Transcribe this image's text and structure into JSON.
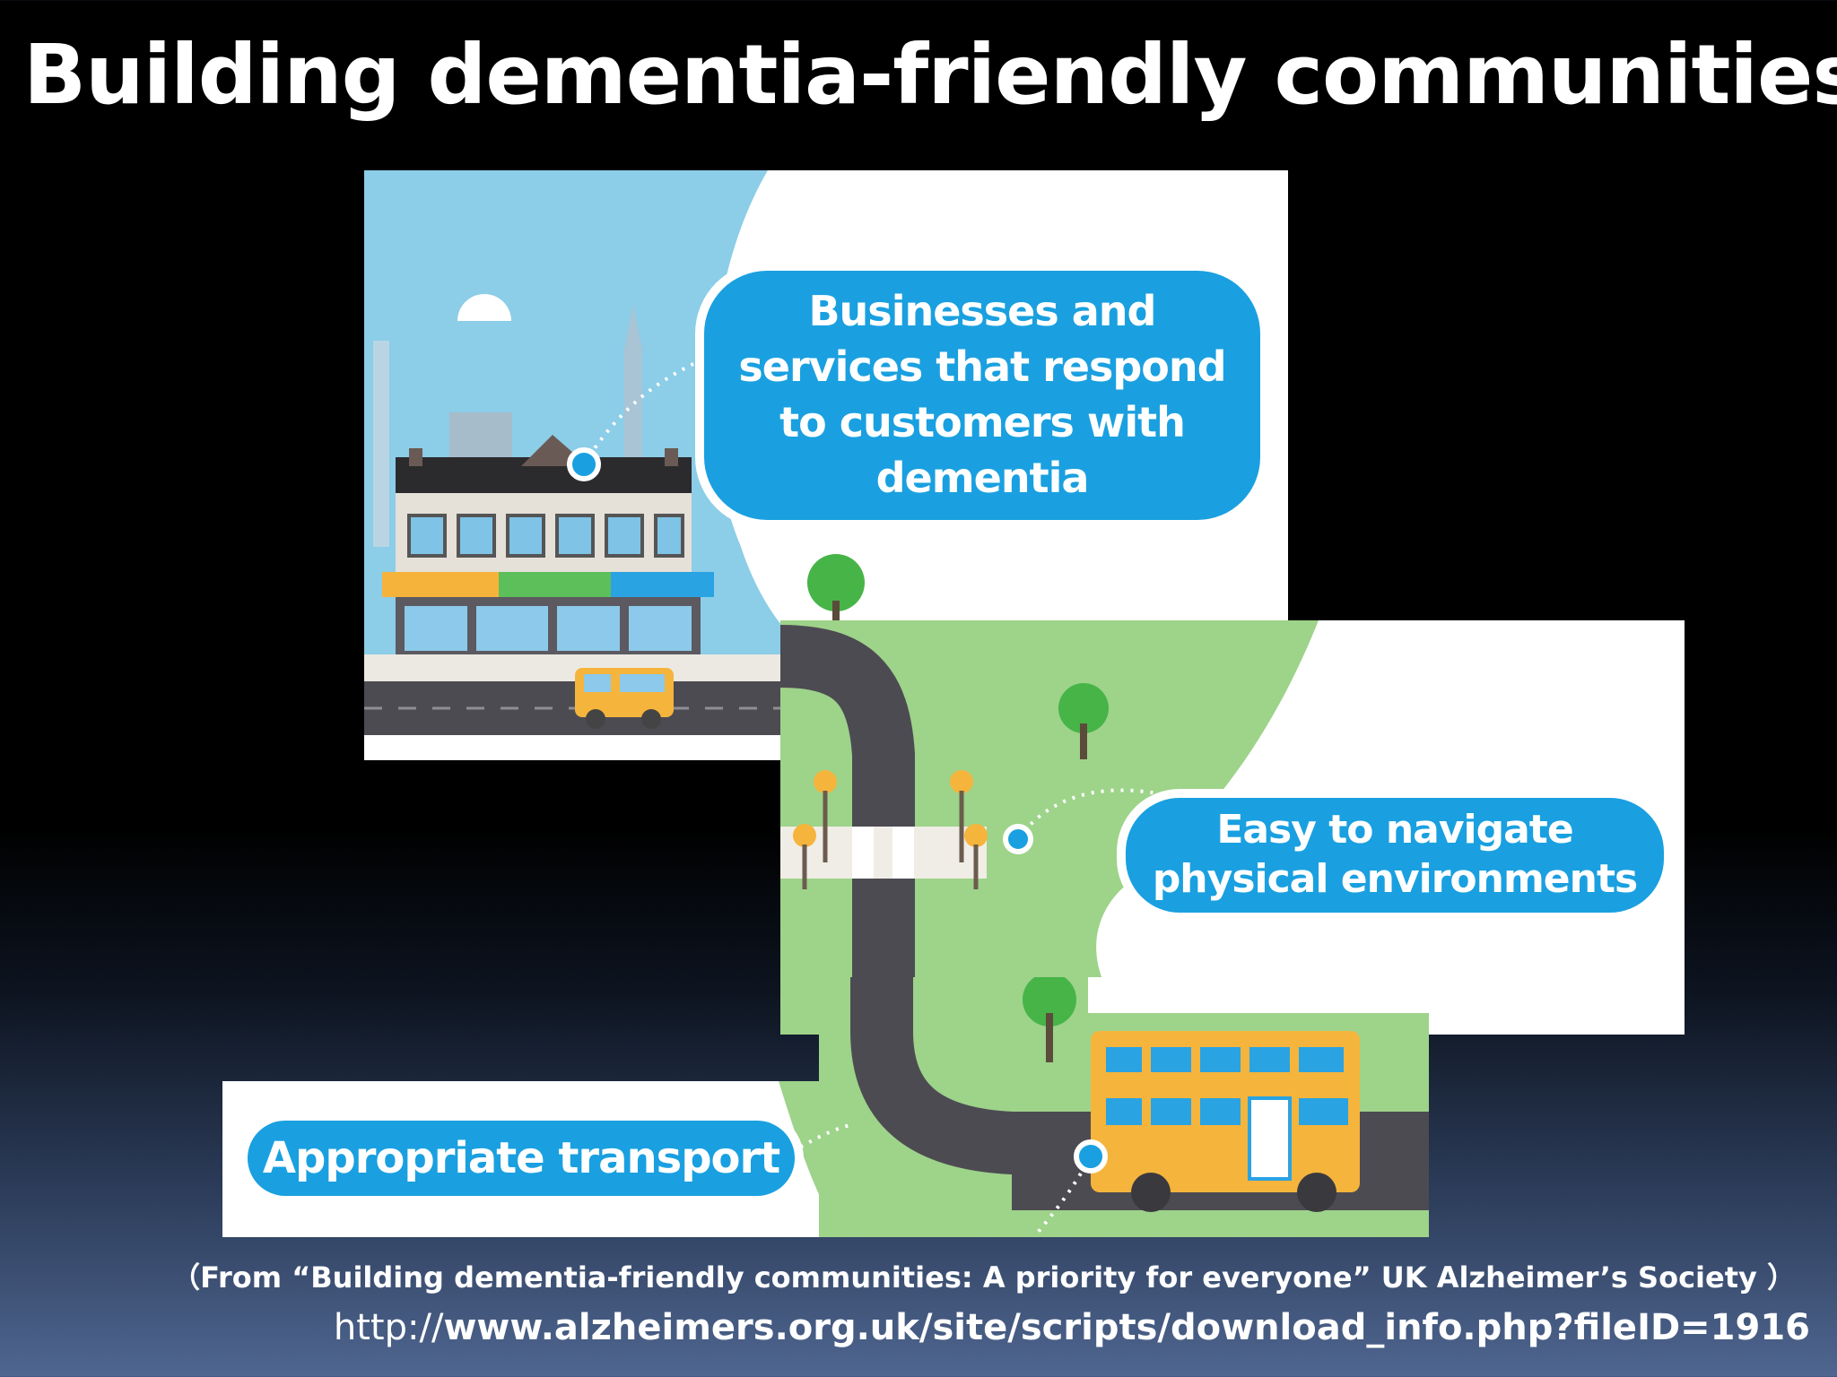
{
  "slide": {
    "title": "Building dementia-friendly communities"
  },
  "illustration": {
    "bubble_business": "Businesses and services that respond to customers with dementia",
    "bubble_navigate": "Easy to navigate physical environments",
    "bubble_transport": "Appropriate transport"
  },
  "citation": {
    "text": "（From “Building dementia-friendly communities: A priority for everyone” UK Alzheimer’s Society ）",
    "url_prefix": "http://",
    "url_rest": "www.alzheimers.org.uk/site/scripts/download_info.php?fileID=1916"
  },
  "colors": {
    "background_top": "#000000",
    "background_bottom": "#4f6690",
    "bubble_blue": "#1aa0e0",
    "grass_green": "#9ed38a",
    "road_gray": "#4d4b52",
    "bus_yellow": "#f5b43c"
  }
}
